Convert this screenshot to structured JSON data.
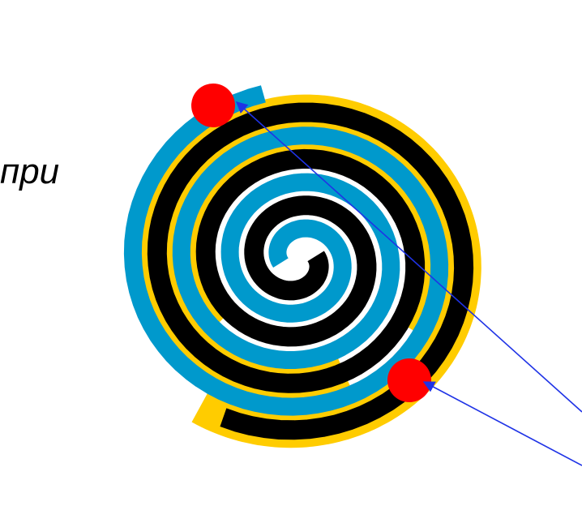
{
  "caption": "при",
  "colors": {
    "background": "#ffffff",
    "black_spiral": "#000000",
    "blue_spiral": "#0099cc",
    "yellow_band": "#ffcc00",
    "marker": "#ff0000",
    "pointer_line": "#1f33e6"
  },
  "icons": [
    "red-marker-dot",
    "blue-arrow-pointer"
  ]
}
